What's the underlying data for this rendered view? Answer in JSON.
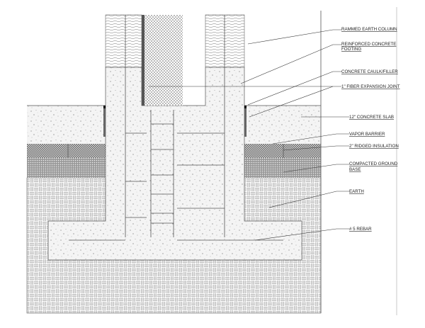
{
  "labels": {
    "rammed_earth_column": "RAMMED EARTH COLUMN",
    "reinforced_footing_1": "REINFORCED CONCRETE",
    "reinforced_footing_2": "FOOTING",
    "caulk_filler": "CONCRETE CAULK/FILLER",
    "fiber_joint": "1\" FIBER EXPANSION JOINT",
    "concrete_slab": "12\" CONCRETE SLAB",
    "vapor_barrier": "VAPOR BARRIER",
    "insulation": "2\" RIDGED INSULATION",
    "compacted_1": "COMPACTED GROUND",
    "compacted_2": "BASE",
    "earth": "EARTH",
    "rebar": "# 5 REBAR"
  }
}
